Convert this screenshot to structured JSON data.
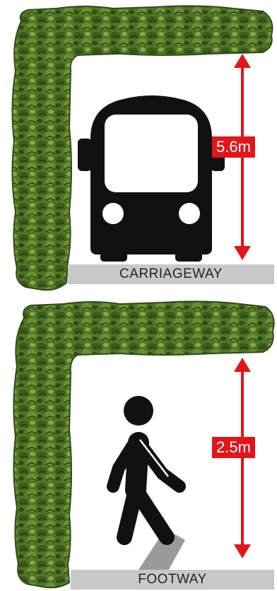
{
  "panels": [
    {
      "height_label": "5.6m",
      "ground_label": "CARRIAGEWAY",
      "icon": "bus-icon"
    },
    {
      "height_label": "2.5m",
      "ground_label": "FOOTWAY",
      "icon": "pedestrian-icon"
    }
  ],
  "colors": {
    "hedge_dark": "#2f4a17",
    "hedge_mid": "#4f7526",
    "hedge_light": "#7fa241",
    "arrow": "#e3151a",
    "ground": "#c8c8c8",
    "icon": "#111111"
  }
}
